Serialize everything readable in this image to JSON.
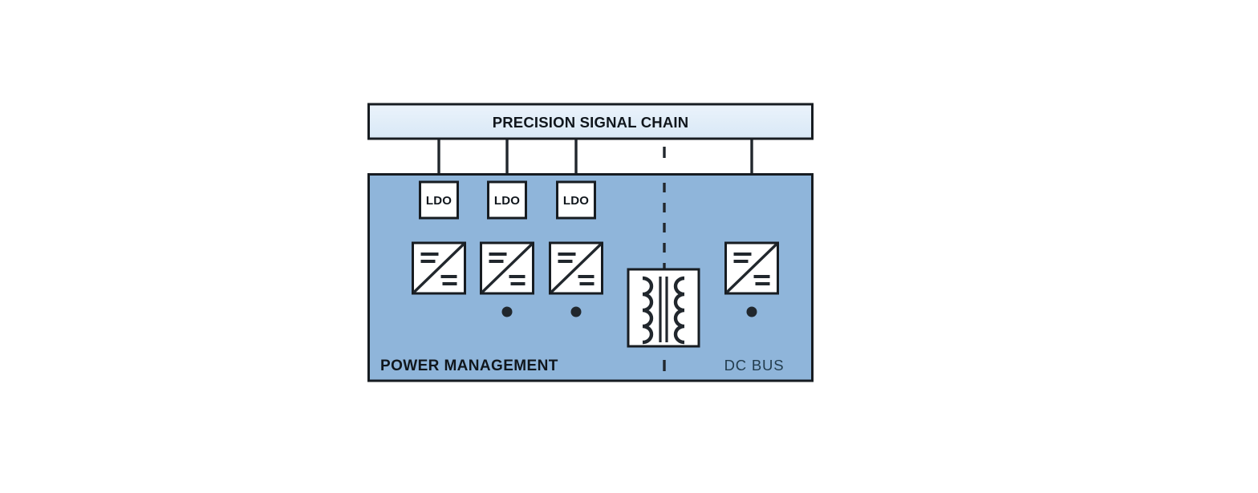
{
  "colors": {
    "background": "#ffffff",
    "power_box_fill": "#8fb5da",
    "signal_chain_fill_top": "#ebf3fb",
    "signal_chain_fill_bottom": "#d8e8f6",
    "symbol_fill": "#ffffff",
    "box_border": "#171c21",
    "line": "#21272d",
    "label_dark": "#10161c",
    "dc_bus_text": "#223c4d"
  },
  "signal_chain": {
    "label": "PRECISION SIGNAL CHAIN"
  },
  "power_management": {
    "label": "POWER MANAGEMENT",
    "dc_bus_label": "DC BUS",
    "ldo_labels": [
      "LDO",
      "LDO",
      "LDO"
    ],
    "icons": {
      "dc_dc_converter": "dc-dc-converter-icon",
      "transformer": "transformer-icon",
      "isolation_barrier": "isolation-barrier-dashed-line",
      "junction": "junction-dot"
    },
    "dc_dc_converter_count": 4,
    "junction_dot_count": 3
  }
}
